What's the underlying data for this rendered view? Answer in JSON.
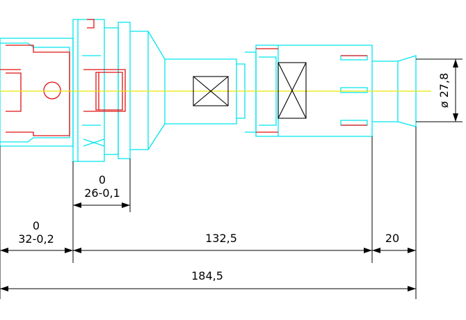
{
  "dimensions": {
    "d26_tol": "0",
    "d26_val": "26-0,1",
    "d32_tol": "0",
    "d32_val": "32-0,2",
    "d132": "132,5",
    "d20": "20",
    "d184": "184,5",
    "dia": "ø 27,8"
  },
  "colors": {
    "outline": "#00e5ee",
    "inner": "#e01010",
    "centerline": "#e8e800",
    "dimension": "#000000"
  }
}
